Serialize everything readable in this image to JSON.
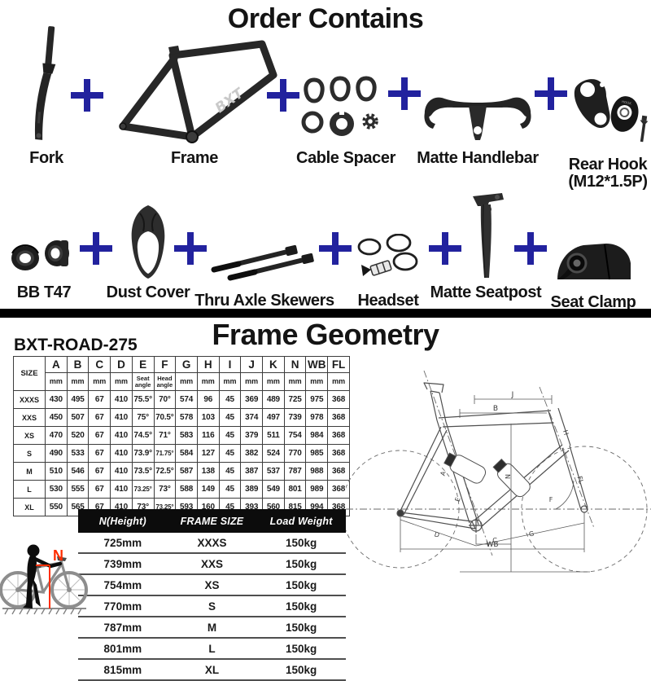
{
  "order_contains": {
    "title": "Order Contains",
    "plus_color": "#22229E",
    "frame_logo": "BXT",
    "row1": [
      {
        "name": "fork",
        "label": "Fork"
      },
      {
        "name": "frame",
        "label": "Frame"
      },
      {
        "name": "cable-spacer",
        "label": "Cable Spacer"
      },
      {
        "name": "matte-handlebar",
        "label": "Matte Handlebar"
      },
      {
        "name": "rear-hook",
        "label": "Rear Hook",
        "sublabel": "(M12*1.5P)"
      }
    ],
    "row2": [
      {
        "name": "bb-t47",
        "label": "BB T47"
      },
      {
        "name": "dust-cover",
        "label": "Dust Cover"
      },
      {
        "name": "thru-axle-skewers",
        "label": "Thru Axle Skewers"
      },
      {
        "name": "headset",
        "label": "Headset"
      },
      {
        "name": "matte-seatpost",
        "label": "Matte Seatpost"
      },
      {
        "name": "seat-clamp",
        "label": "Seat Clamp"
      }
    ]
  },
  "frame_geometry": {
    "title": "Frame Geometry",
    "model": "BXT-ROAD-275",
    "geometry_table": {
      "corner": "SIZE",
      "columns": [
        "A",
        "B",
        "C",
        "D",
        "E",
        "F",
        "G",
        "H",
        "I",
        "J",
        "K",
        "N",
        "WB",
        "FL"
      ],
      "units": [
        "mm",
        "mm",
        "mm",
        "mm",
        "Seat angle",
        "Head angle",
        "mm",
        "mm",
        "mm",
        "mm",
        "mm",
        "mm",
        "mm",
        "mm"
      ],
      "rows": [
        {
          "size": "XXXS",
          "values": [
            "430",
            "495",
            "67",
            "410",
            "75.5°",
            "70°",
            "574",
            "96",
            "45",
            "369",
            "489",
            "725",
            "975",
            "368"
          ]
        },
        {
          "size": "XXS",
          "values": [
            "450",
            "507",
            "67",
            "410",
            "75°",
            "70.5°",
            "578",
            "103",
            "45",
            "374",
            "497",
            "739",
            "978",
            "368"
          ]
        },
        {
          "size": "XS",
          "values": [
            "470",
            "520",
            "67",
            "410",
            "74.5°",
            "71°",
            "583",
            "116",
            "45",
            "379",
            "511",
            "754",
            "984",
            "368"
          ]
        },
        {
          "size": "S",
          "values": [
            "490",
            "533",
            "67",
            "410",
            "73.9°",
            "71.75°",
            "584",
            "127",
            "45",
            "382",
            "524",
            "770",
            "985",
            "368"
          ]
        },
        {
          "size": "M",
          "values": [
            "510",
            "546",
            "67",
            "410",
            "73.5°",
            "72.5°",
            "587",
            "138",
            "45",
            "387",
            "537",
            "787",
            "988",
            "368"
          ]
        },
        {
          "size": "L",
          "values": [
            "530",
            "555",
            "67",
            "410",
            "73.25°",
            "73°",
            "588",
            "149",
            "45",
            "389",
            "549",
            "801",
            "989",
            "368"
          ]
        },
        {
          "size": "XL",
          "values": [
            "550",
            "565",
            "67",
            "410",
            "73°",
            "73.25°",
            "593",
            "160",
            "45",
            "393",
            "560",
            "815",
            "994",
            "368"
          ]
        }
      ]
    },
    "size_chart": {
      "headers": [
        "N(Height)",
        "FRAME SIZE",
        "Load Weight"
      ],
      "rows": [
        [
          "725mm",
          "XXXS",
          "150kg"
        ],
        [
          "739mm",
          "XXS",
          "150kg"
        ],
        [
          "754mm",
          "XS",
          "150kg"
        ],
        [
          "770mm",
          "S",
          "150kg"
        ],
        [
          "787mm",
          "M",
          "150kg"
        ],
        [
          "801mm",
          "L",
          "150kg"
        ],
        [
          "815mm",
          "XL",
          "150kg"
        ]
      ]
    },
    "diagram": {
      "labels": {
        "A": "A",
        "B": "B",
        "C": "C",
        "D": "D",
        "E": "E",
        "F": "F",
        "G": "G",
        "H": "H",
        "J": "J",
        "N": "N",
        "WB": "WB",
        "FL": "FL"
      }
    },
    "rider": {
      "n_label": "N",
      "n_color": "#FF2D00"
    }
  }
}
